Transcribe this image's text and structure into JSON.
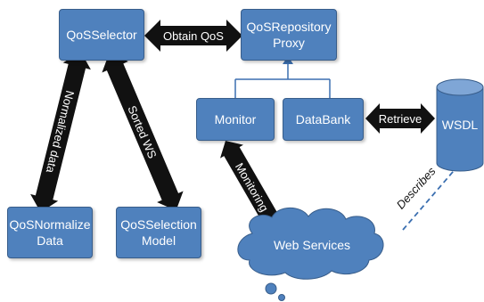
{
  "colors": {
    "node_fill": "#4f81bd",
    "node_border": "#385d8a",
    "arrow_fill": "#111111",
    "arrow_text": "#ffffff",
    "dashed_link": "#3b6fb0"
  },
  "nodes": {
    "qos_selector": "QoSSelector",
    "qos_repository_proxy": "QoSRepository\nProxy",
    "monitor": "Monitor",
    "databank": "DataBank",
    "wsdl": "WSDL",
    "qos_normalize_data": "QoSNormalize\nData",
    "qos_selection_model": "QoSSelection\nModel",
    "web_services": "Web Services"
  },
  "links": {
    "obtain_qos": "Obtain QoS",
    "normalized_data": "Normalized data",
    "sorted_ws": "Sorted WS",
    "retrieve": "Retrieve",
    "monitoring": "Monitoring",
    "describes": "Describes"
  }
}
